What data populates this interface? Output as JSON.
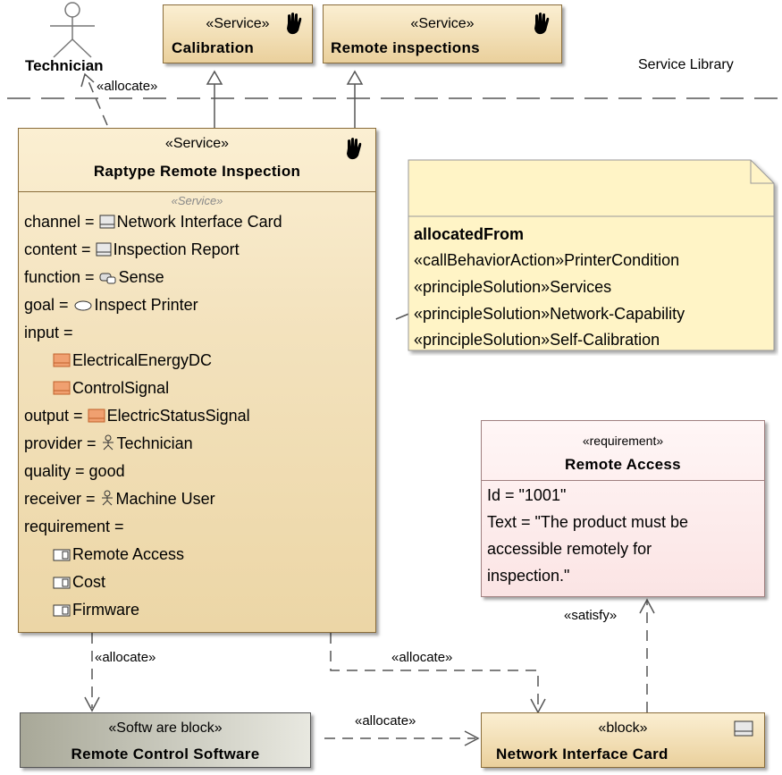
{
  "technician": {
    "label": "Technician"
  },
  "library_label": "Service Library",
  "calibration": {
    "stereotype": "«Service»",
    "name": "Calibration"
  },
  "remote_inspections": {
    "stereotype": "«Service»",
    "name": "Remote inspections"
  },
  "raptype": {
    "stereotype": "«Service»",
    "name": "Raptype Remote Inspection",
    "section_label": "«Service»",
    "props": {
      "channel": {
        "label": "channel = ",
        "value": "Network Interface Card",
        "icon": "block-icon"
      },
      "content": {
        "label": "content = ",
        "value": "Inspection Report",
        "icon": "block-icon"
      },
      "function": {
        "label": "function = ",
        "value": "Sense",
        "icon": "activity-icon"
      },
      "goal": {
        "label": "goal = ",
        "value": "Inspect Printer",
        "icon": "usecase-icon"
      },
      "input": {
        "label": "input =",
        "values": [
          "ElectricalEnergyDC",
          "ControlSignal"
        ],
        "icon": "signal-icon"
      },
      "output": {
        "label": "output = ",
        "value": "ElectricStatusSignal",
        "icon": "signal-icon"
      },
      "provider": {
        "label": "provider = ",
        "value": "Technician",
        "icon": "actor-icon"
      },
      "quality": {
        "label": "quality = good"
      },
      "receiver": {
        "label": "receiver = ",
        "value": "Machine User",
        "icon": "actor-icon"
      },
      "requirement": {
        "label": "requirement =",
        "values": [
          "Remote Access",
          "Cost",
          "Firmware"
        ],
        "icon": "requirement-icon"
      }
    }
  },
  "note": {
    "title": "allocatedFrom",
    "lines": [
      "«callBehaviorAction»PrinterCondition",
      "«principleSolution»Services",
      "«principleSolution»Network-Capability",
      "«principleSolution»Self-Calibration"
    ]
  },
  "requirement_box": {
    "stereotype": "«requirement»",
    "name": "Remote Access",
    "id_line": "Id = \"1001\"",
    "text_lines": [
      "Text = \"The product must be",
      "accessible remotely for",
      "inspection.\""
    ]
  },
  "software_block": {
    "stereotype": "«Softw are block»",
    "name": "Remote Control Software"
  },
  "nic_block": {
    "stereotype": "«block»",
    "name": "Network Interface Card"
  },
  "connectors": {
    "allocate_technician": "«allocate»",
    "allocate_software": "«allocate»",
    "allocate_nic": "«allocate»",
    "allocate_sw_to_nic": "«allocate»",
    "satisfy": "«satisfy»"
  },
  "colors": {
    "block_fill_top": "#fbefd2",
    "block_fill_bottom": "#ead09c",
    "note_fill": "#fff4c6",
    "requirement_fill": "#fdeeee",
    "software_fill": "#b0b0a0"
  }
}
